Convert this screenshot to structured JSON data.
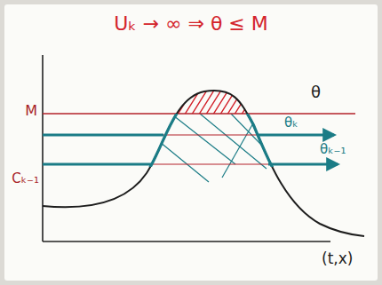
{
  "diagram": {
    "title": "Uₖ → ∞ ⇒ θ ≤ M",
    "labels": [
      "M",
      "θ",
      "θₖ",
      "θₖ₋₁",
      "Cₖ₋₁",
      "(t,x)"
    ]
  }
}
